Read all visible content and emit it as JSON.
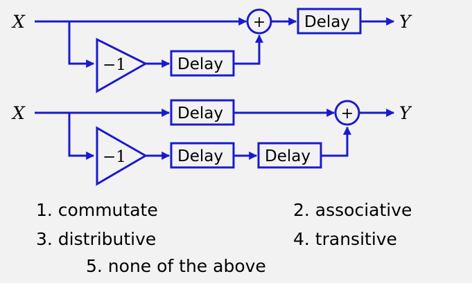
{
  "diagram_a": {
    "input": "X",
    "output": "Y",
    "gain": "−1",
    "delay_block": "Delay",
    "post_delay": "Delay",
    "adder": "+"
  },
  "diagram_b": {
    "input": "X",
    "output": "Y",
    "gain": "−1",
    "top_delay": "Delay",
    "bottom_delay_1": "Delay",
    "bottom_delay_2": "Delay",
    "adder": "+"
  },
  "options": [
    "1. commutate",
    "2. associative",
    "3. distributive",
    "4. transitive",
    "5. none of the above"
  ],
  "colors": {
    "wire": "#1a1acc",
    "background": "#f2f2f2",
    "text": "#000000"
  }
}
